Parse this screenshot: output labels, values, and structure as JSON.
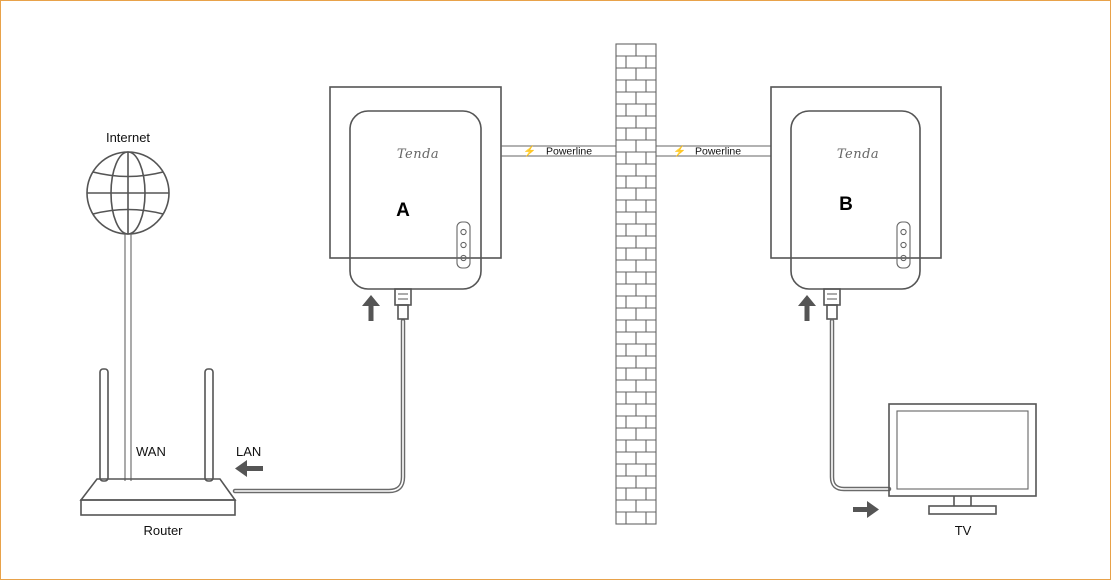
{
  "labels": {
    "internet": "Internet",
    "wan": "WAN",
    "lan": "LAN",
    "router": "Router",
    "tv": "TV"
  },
  "adapters": {
    "a": {
      "letter": "A",
      "brand": "Tenda",
      "link_label": "Powerline"
    },
    "b": {
      "letter": "B",
      "brand": "Tenda",
      "link_label": "Powerline"
    }
  },
  "colors": {
    "frame_border": "#e8a24a",
    "line": "#555555",
    "cable": "#6a6a6a",
    "wall_brick_fill": "#ffffff"
  }
}
